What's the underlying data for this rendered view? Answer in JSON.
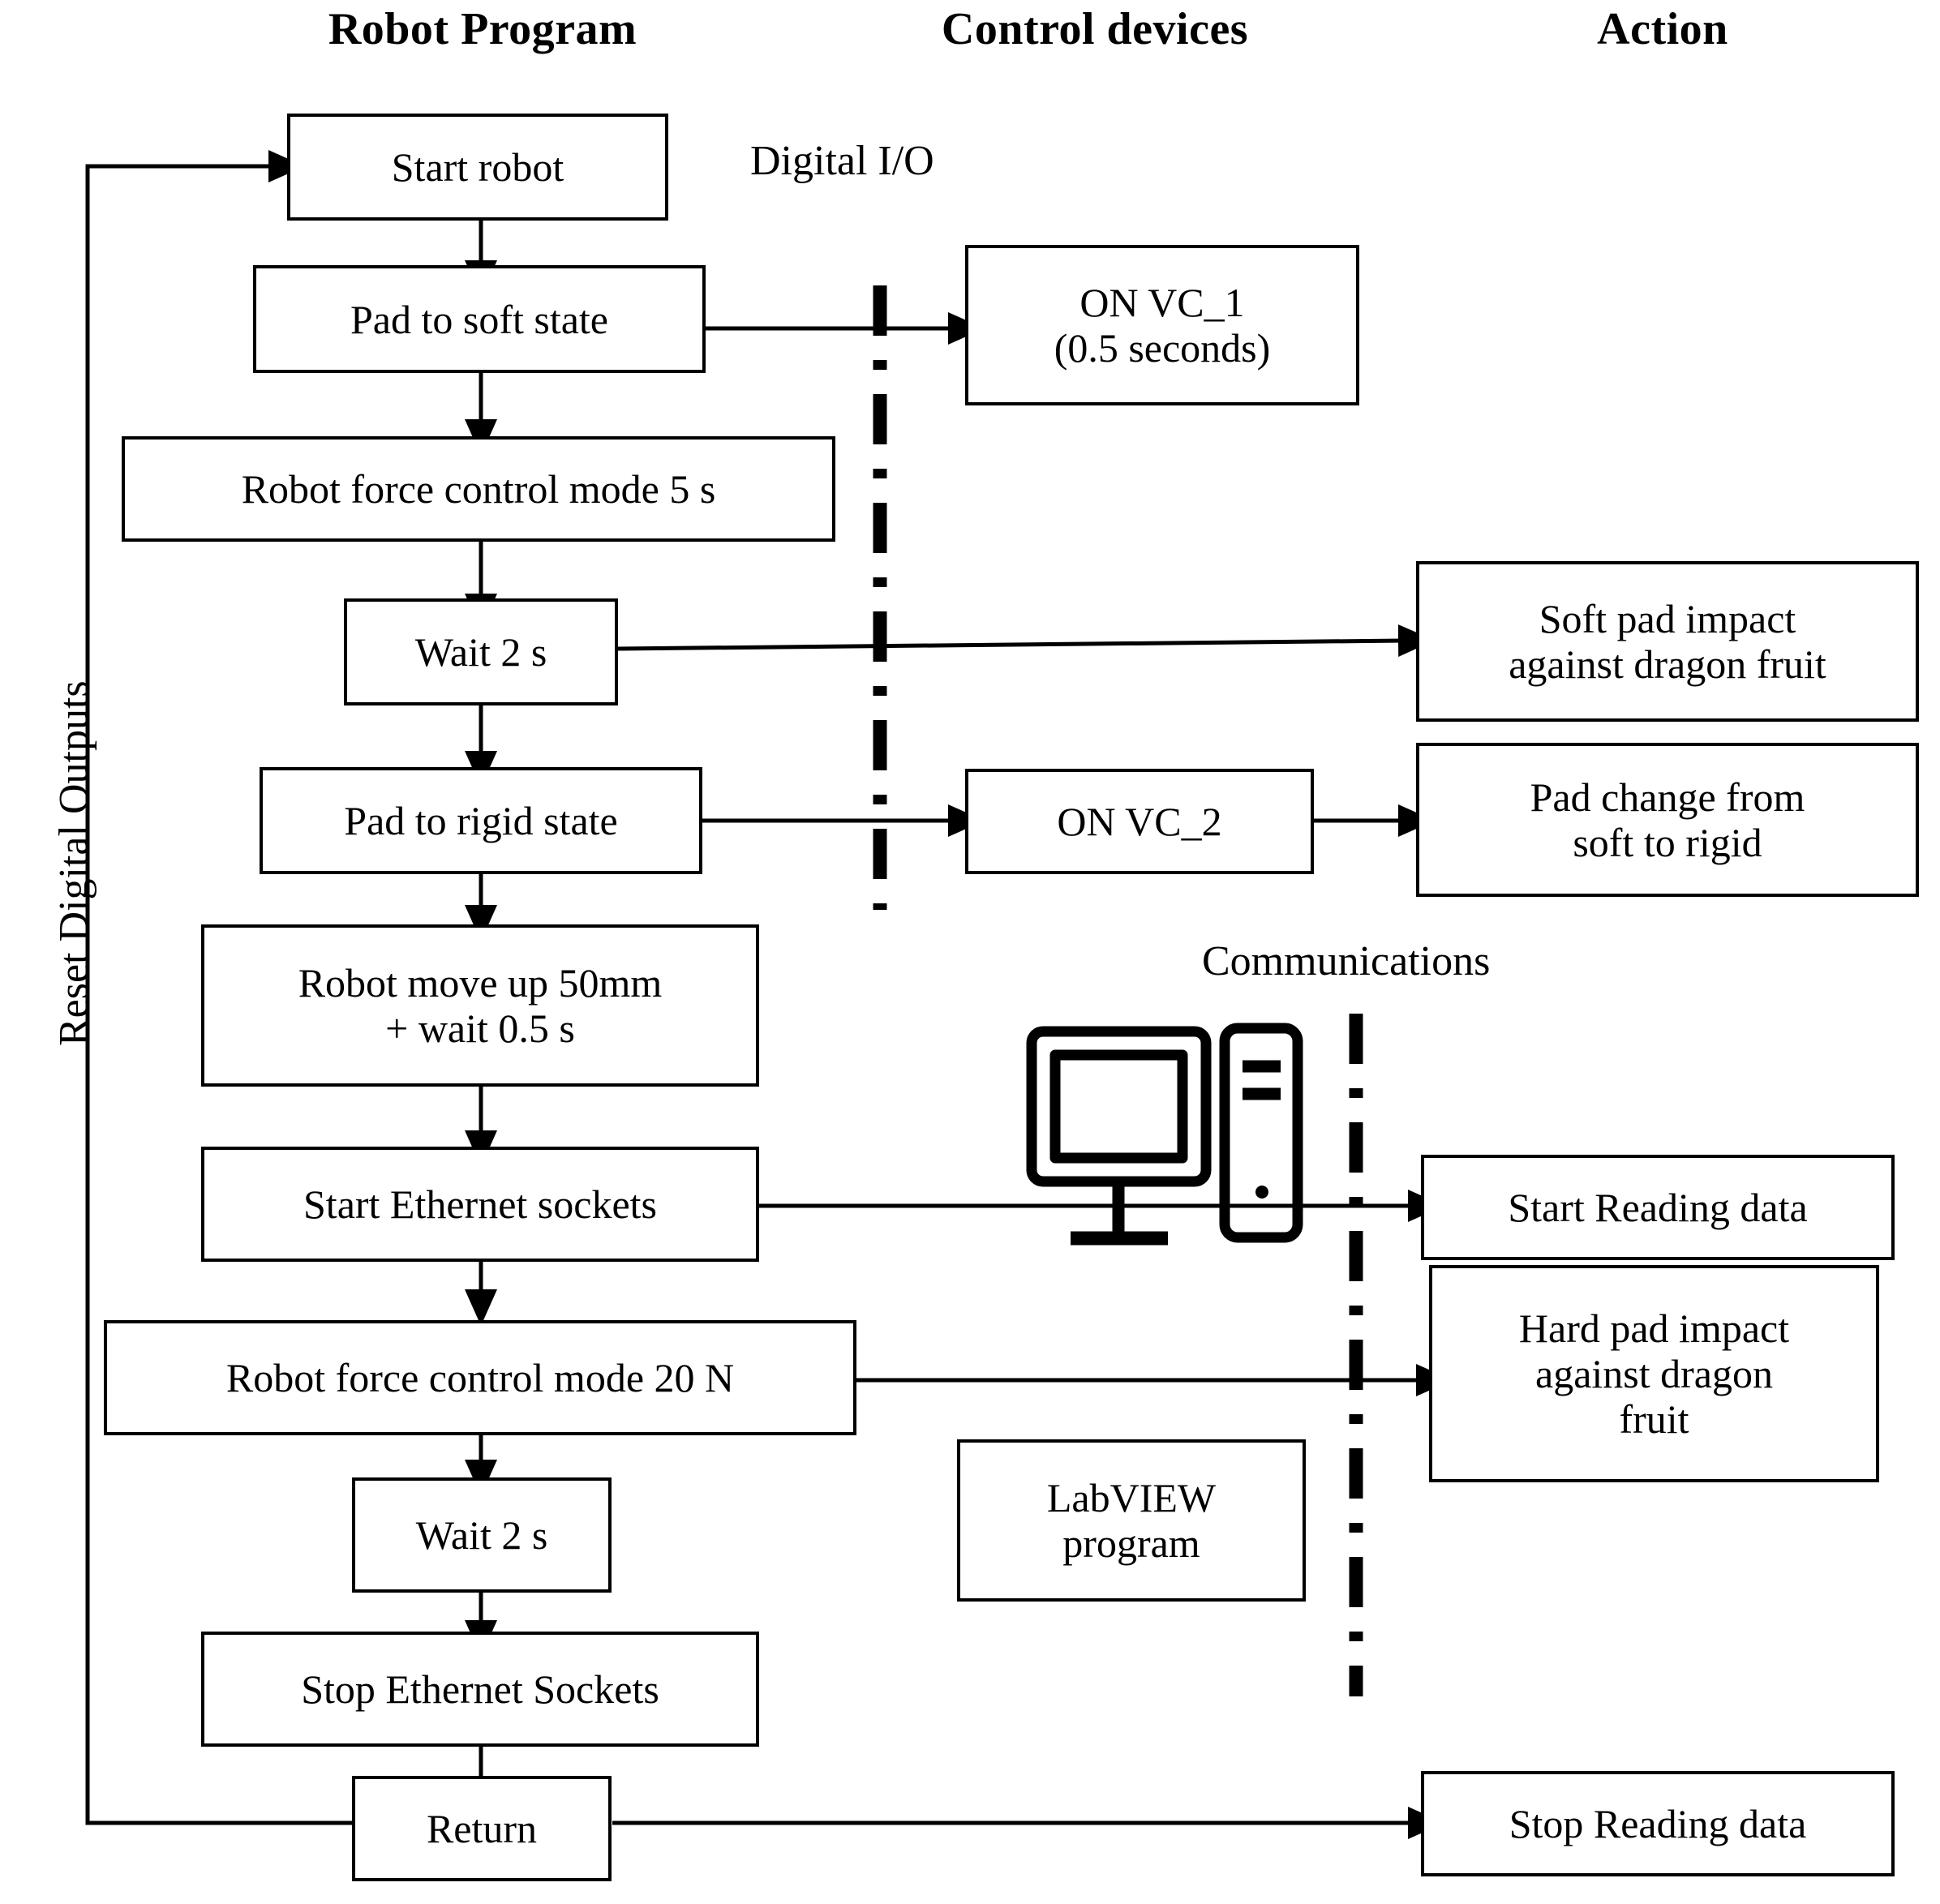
{
  "diagram": {
    "title": "Robot program flowchart with control devices and actions",
    "columns": [
      {
        "id": "robot-program",
        "label": "Robot Program"
      },
      {
        "id": "control-devices",
        "label": "Control devices"
      },
      {
        "id": "action",
        "label": "Action"
      }
    ],
    "lane_labels": [
      {
        "id": "digital-io",
        "label": "Digital I/O"
      },
      {
        "id": "communications",
        "label": "Communications"
      }
    ],
    "side_label": {
      "id": "reset-digital-outputs",
      "label": "Reset Digital Outputs"
    },
    "program_steps": [
      {
        "id": "start-robot",
        "label": "Start robot"
      },
      {
        "id": "pad-to-soft-state",
        "label": "Pad to soft state"
      },
      {
        "id": "robot-force-control-mode-5s",
        "label": "Robot force control mode 5 s"
      },
      {
        "id": "wait-2s-first",
        "label": "Wait 2 s"
      },
      {
        "id": "pad-to-rigid-state",
        "label": "Pad to rigid state"
      },
      {
        "id": "robot-move-up",
        "label": "Robot move up 50mm\n+ wait 0.5 s"
      },
      {
        "id": "start-ethernet-sockets",
        "label": "Start Ethernet sockets"
      },
      {
        "id": "robot-force-control-mode-20n",
        "label": "Robot force control mode 20 N"
      },
      {
        "id": "wait-2s-second",
        "label": "Wait 2 s"
      },
      {
        "id": "stop-ethernet-sockets",
        "label": "Stop Ethernet Sockets"
      },
      {
        "id": "return",
        "label": "Return"
      }
    ],
    "control_devices": [
      {
        "id": "on-vc-1",
        "label": "ON VC_1\n(0.5 seconds)"
      },
      {
        "id": "on-vc-2",
        "label": "ON VC_2"
      },
      {
        "id": "labview-program",
        "label": "LabVIEW\nprogram"
      }
    ],
    "actions": [
      {
        "id": "soft-pad-impact",
        "label": "Soft pad impact\nagainst dragon fruit"
      },
      {
        "id": "pad-change-soft-to-rigid",
        "label": "Pad change from\nsoft to rigid"
      },
      {
        "id": "start-reading-data",
        "label": "Start Reading data"
      },
      {
        "id": "hard-pad-impact",
        "label": "Hard pad impact\nagainst dragon\nfruit"
      },
      {
        "id": "stop-reading-data",
        "label": "Stop Reading data"
      }
    ],
    "icons": [
      {
        "id": "desktop-computer-icon",
        "label": "desktop-computer-icon"
      }
    ],
    "colors": {
      "stroke": "#000000",
      "fill": "#ffffff",
      "background": "#ffffff"
    }
  }
}
